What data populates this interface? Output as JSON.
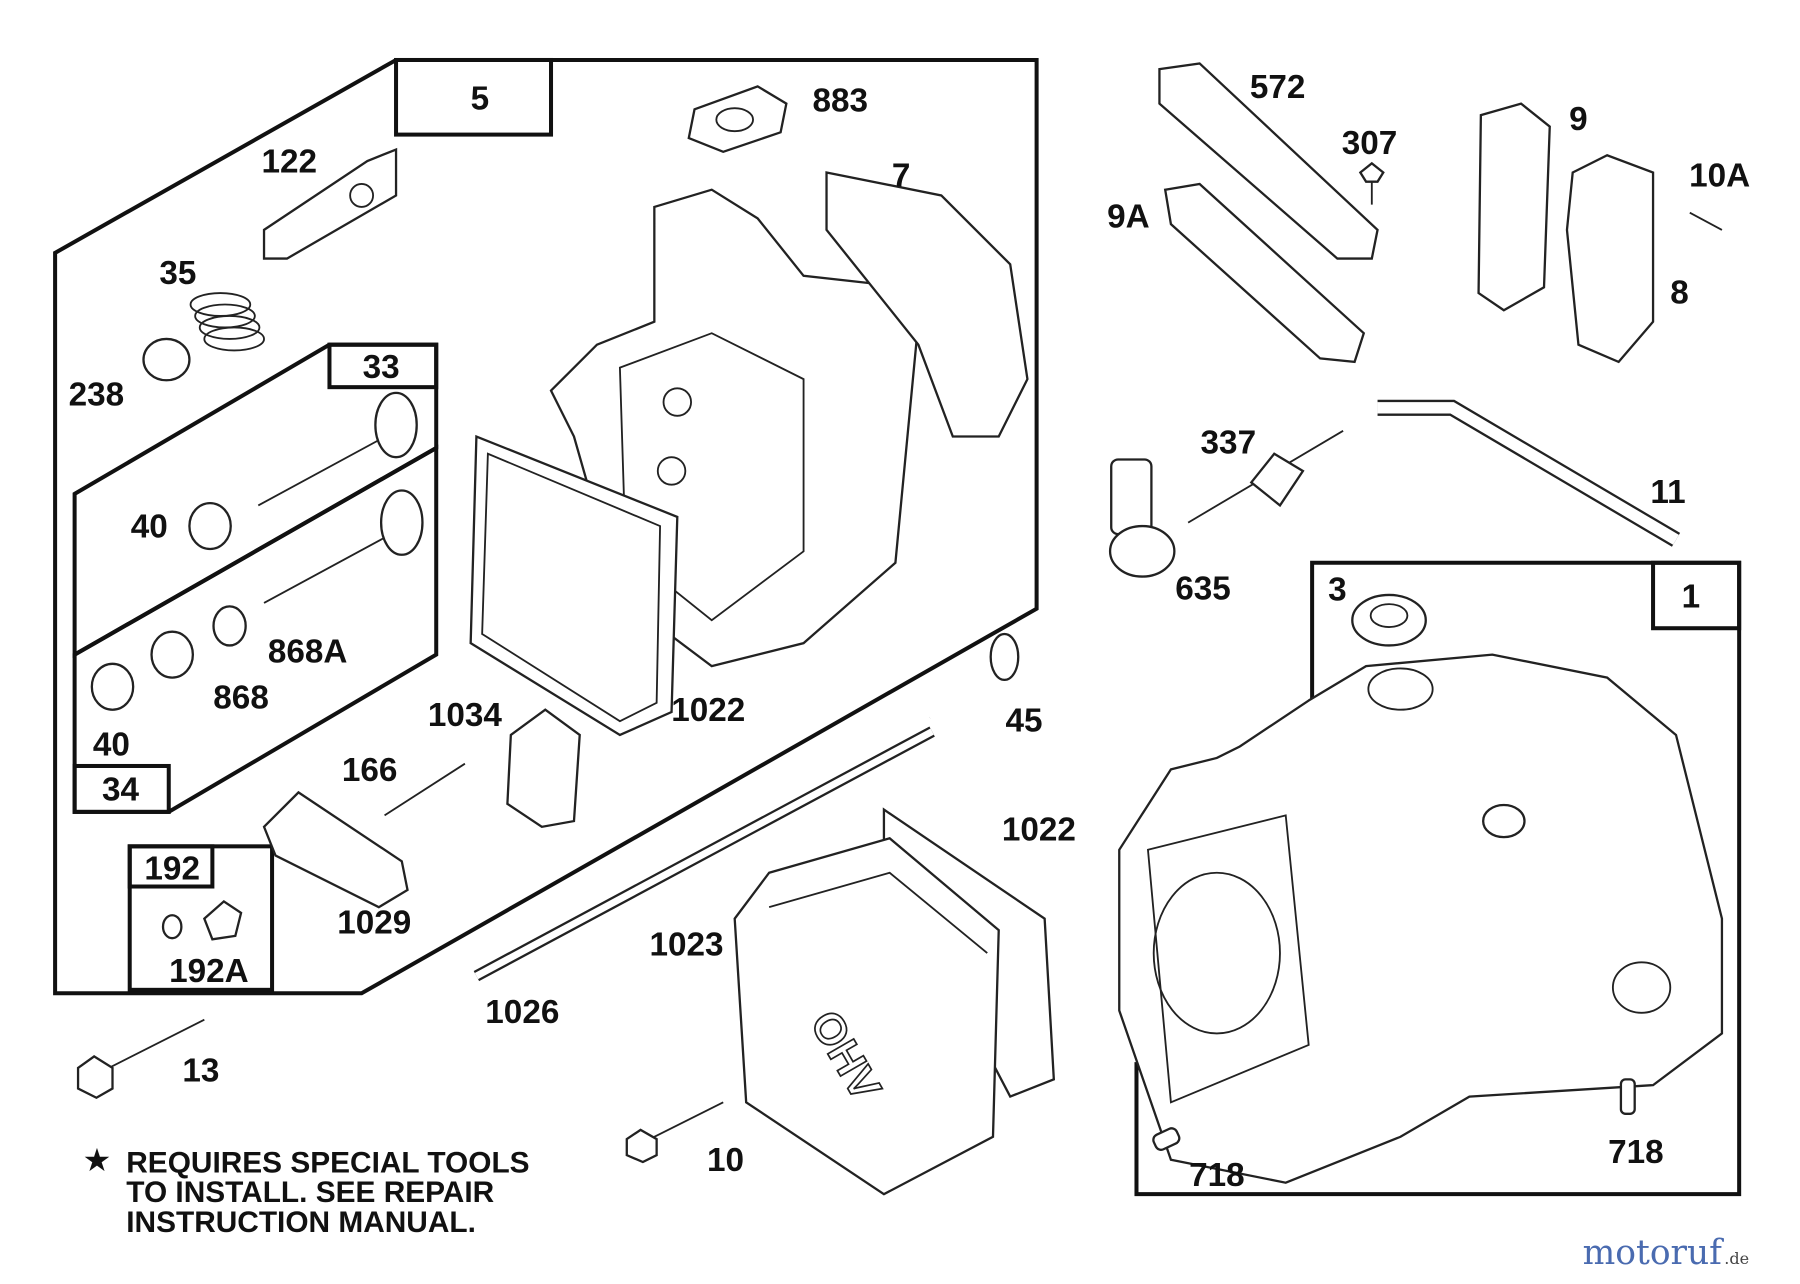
{
  "diagram": {
    "group_labels": [
      "5",
      "33",
      "34",
      "192",
      "1"
    ],
    "part_labels": {
      "p883": "883",
      "p122": "122",
      "p7": "7",
      "p35": "35",
      "p238": "238",
      "p40a": "40",
      "p868A": "868A",
      "p868": "868",
      "p40b": "40",
      "p1034": "1034",
      "p1022a": "1022",
      "p166": "166",
      "p45": "45",
      "p192A": "192A",
      "p1029": "1029",
      "p1022b": "1022",
      "p1023": "1023",
      "p1026": "1026",
      "p13": "13",
      "p10": "10",
      "p572": "572",
      "p307": "307",
      "p9A": "9A",
      "p9": "9",
      "p10A": "10A",
      "p8": "8",
      "p337": "337",
      "p11": "11",
      "p635": "635",
      "p3": "3",
      "p718a": "718",
      "p718b": "718"
    },
    "valve_cover_text": "OHV",
    "note": {
      "symbol": "★",
      "lines": [
        "REQUIRES SPECIAL TOOLS",
        "TO INSTALL.  SEE REPAIR",
        "INSTRUCTION MANUAL."
      ]
    },
    "watermark": {
      "text": "motoruf",
      "suffix": ".de"
    }
  }
}
